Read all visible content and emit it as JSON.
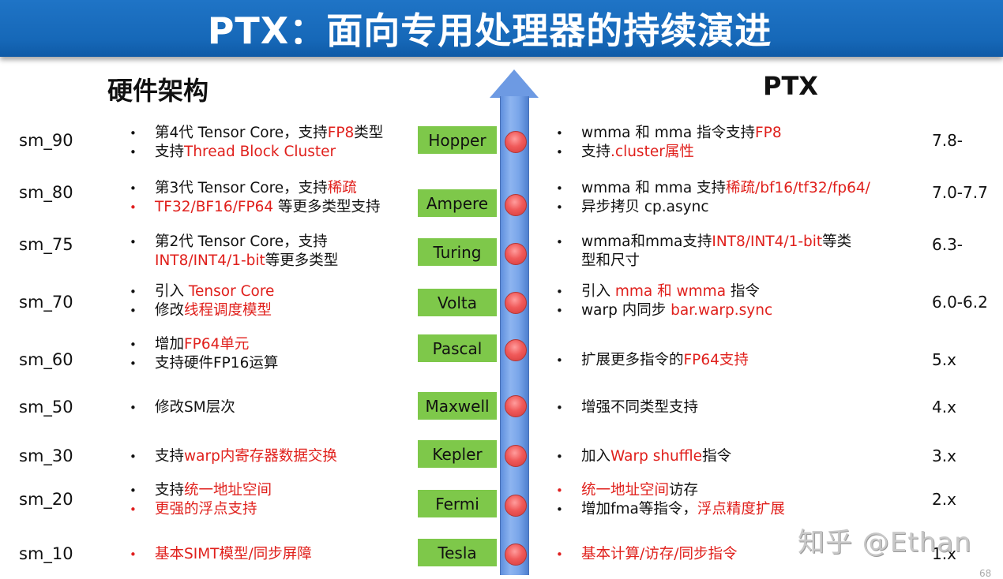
{
  "header": {
    "title": "PTX：面向专用处理器的持续演进"
  },
  "columns": {
    "hardware": "硬件架构",
    "ptx": "PTX"
  },
  "rows": [
    {
      "sm": "sm_90",
      "arch": "Hopper",
      "ptx_version": "7.8-",
      "hw": [
        {
          "parts": [
            {
              "t": "第4代 Tensor Core，支持"
            },
            {
              "t": "FP8",
              "red": true
            },
            {
              "t": "类型"
            }
          ]
        },
        {
          "parts": [
            {
              "t": "支持"
            },
            {
              "t": "Thread Block Cluster",
              "red": true
            }
          ]
        }
      ],
      "ptx": [
        {
          "parts": [
            {
              "t": "wmma 和 mma 指令支持"
            },
            {
              "t": "FP8",
              "red": true
            }
          ]
        },
        {
          "parts": [
            {
              "t": "支持"
            },
            {
              "t": ".cluster属性",
              "red": true
            }
          ]
        }
      ]
    },
    {
      "sm": "sm_80",
      "arch": "Ampere",
      "ptx_version": "7.0-7.7",
      "hw": [
        {
          "parts": [
            {
              "t": "第3代 Tensor Core，支持"
            },
            {
              "t": "稀疏",
              "red": true
            }
          ]
        },
        {
          "red_bullet": true,
          "parts": [
            {
              "t": "TF32/BF16/FP64",
              "red": true
            },
            {
              "t": " 等更多类型支持"
            }
          ]
        }
      ],
      "ptx": [
        {
          "parts": [
            {
              "t": "wmma 和 mma 支持"
            },
            {
              "t": "稀疏/bf16/tf32/fp64/",
              "red": true
            }
          ]
        },
        {
          "parts": [
            {
              "t": "异步拷贝 cp.async"
            }
          ]
        }
      ]
    },
    {
      "sm": "sm_75",
      "arch": "Turing",
      "ptx_version": "6.3-",
      "hw": [
        {
          "parts": [
            {
              "t": "第2代 Tensor Core，支持"
            }
          ]
        },
        {
          "no_bullet": true,
          "parts": [
            {
              "t": "INT8/INT4/1-bit",
              "red": true
            },
            {
              "t": "等更多类型"
            }
          ]
        }
      ],
      "ptx": [
        {
          "parts": [
            {
              "t": "wmma和mma支持"
            },
            {
              "t": "INT8/INT4/1-bit",
              "red": true
            },
            {
              "t": "等类"
            }
          ]
        },
        {
          "no_bullet": true,
          "parts": [
            {
              "t": "型和尺寸"
            }
          ]
        }
      ]
    },
    {
      "sm": "sm_70",
      "arch": "Volta",
      "ptx_version": "6.0-6.2",
      "hw": [
        {
          "parts": [
            {
              "t": "引入 "
            },
            {
              "t": "Tensor Core",
              "red": true
            }
          ]
        },
        {
          "parts": [
            {
              "t": "修改"
            },
            {
              "t": "线程调度模型",
              "red": true
            }
          ]
        }
      ],
      "ptx": [
        {
          "parts": [
            {
              "t": "引入 "
            },
            {
              "t": "mma 和 wmma",
              "red": true
            },
            {
              "t": " 指令"
            }
          ]
        },
        {
          "parts": [
            {
              "t": "warp 内同步 "
            },
            {
              "t": "bar.warp.sync",
              "red": true
            }
          ]
        }
      ]
    },
    {
      "sm": "sm_60",
      "arch": "Pascal",
      "ptx_version": "5.x",
      "hw": [
        {
          "parts": [
            {
              "t": "增加"
            },
            {
              "t": "FP64单元",
              "red": true
            }
          ]
        },
        {
          "parts": [
            {
              "t": "支持硬件FP16运算"
            }
          ]
        }
      ],
      "ptx": [
        {
          "parts": [
            {
              "t": "扩展更多指令的"
            },
            {
              "t": "FP64支持",
              "red": true
            }
          ]
        }
      ]
    },
    {
      "sm": "sm_50",
      "arch": "Maxwell",
      "ptx_version": "4.x",
      "hw": [
        {
          "parts": [
            {
              "t": "修改SM层次"
            }
          ]
        }
      ],
      "ptx": [
        {
          "parts": [
            {
              "t": "增强不同类型支持"
            }
          ]
        }
      ]
    },
    {
      "sm": "sm_30",
      "arch": "Kepler",
      "ptx_version": "3.x",
      "hw": [
        {
          "parts": [
            {
              "t": "支持"
            },
            {
              "t": "warp内寄存器数据交换",
              "red": true
            }
          ]
        }
      ],
      "ptx": [
        {
          "parts": [
            {
              "t": "加入"
            },
            {
              "t": "Warp shuffle",
              "red": true
            },
            {
              "t": "指令"
            }
          ]
        }
      ]
    },
    {
      "sm": "sm_20",
      "arch": "Fermi",
      "ptx_version": "2.x",
      "hw": [
        {
          "parts": [
            {
              "t": "支持"
            },
            {
              "t": "统一地址空间",
              "red": true
            }
          ]
        },
        {
          "red_bullet": true,
          "parts": [
            {
              "t": "更强的浮点支持",
              "red": true
            }
          ]
        }
      ],
      "ptx": [
        {
          "red_bullet": true,
          "parts": [
            {
              "t": "统一地址空间",
              "red": true
            },
            {
              "t": "访存"
            }
          ]
        },
        {
          "parts": [
            {
              "t": "增加fma等指令，"
            },
            {
              "t": "浮点精度扩展",
              "red": true
            }
          ]
        }
      ]
    },
    {
      "sm": "sm_10",
      "arch": "Tesla",
      "ptx_version": "1.x",
      "hw": [
        {
          "red_bullet": true,
          "parts": [
            {
              "t": "基本SIMT模型/同步屏障",
              "red": true
            }
          ]
        }
      ],
      "ptx": [
        {
          "red_bullet": true,
          "parts": [
            {
              "t": "基本计算/访存/同步指令",
              "red": true
            }
          ]
        }
      ]
    }
  ],
  "layout": {
    "row_tops": [
      157,
      227,
      295,
      358,
      425,
      498,
      558,
      610,
      683
    ],
    "sm_tops": [
      166,
      232,
      298,
      371,
      444,
      504,
      566,
      621,
      690
    ],
    "arch_tops": [
      160,
      240,
      302,
      366,
      424,
      497,
      558,
      621,
      683
    ],
    "dot_tops": [
      166,
      246,
      308,
      370,
      430,
      501,
      564,
      627,
      689
    ],
    "ver_tops": [
      166,
      232,
      298,
      371,
      444,
      504,
      566,
      621,
      690
    ]
  },
  "colors": {
    "header_blue": "#1668b8",
    "accent_red": "#e0201c",
    "arch_green": "#7ec84a",
    "arrow_blue": "#6d9ae3"
  },
  "watermark": "知乎 @Ethan",
  "page_number": "68"
}
